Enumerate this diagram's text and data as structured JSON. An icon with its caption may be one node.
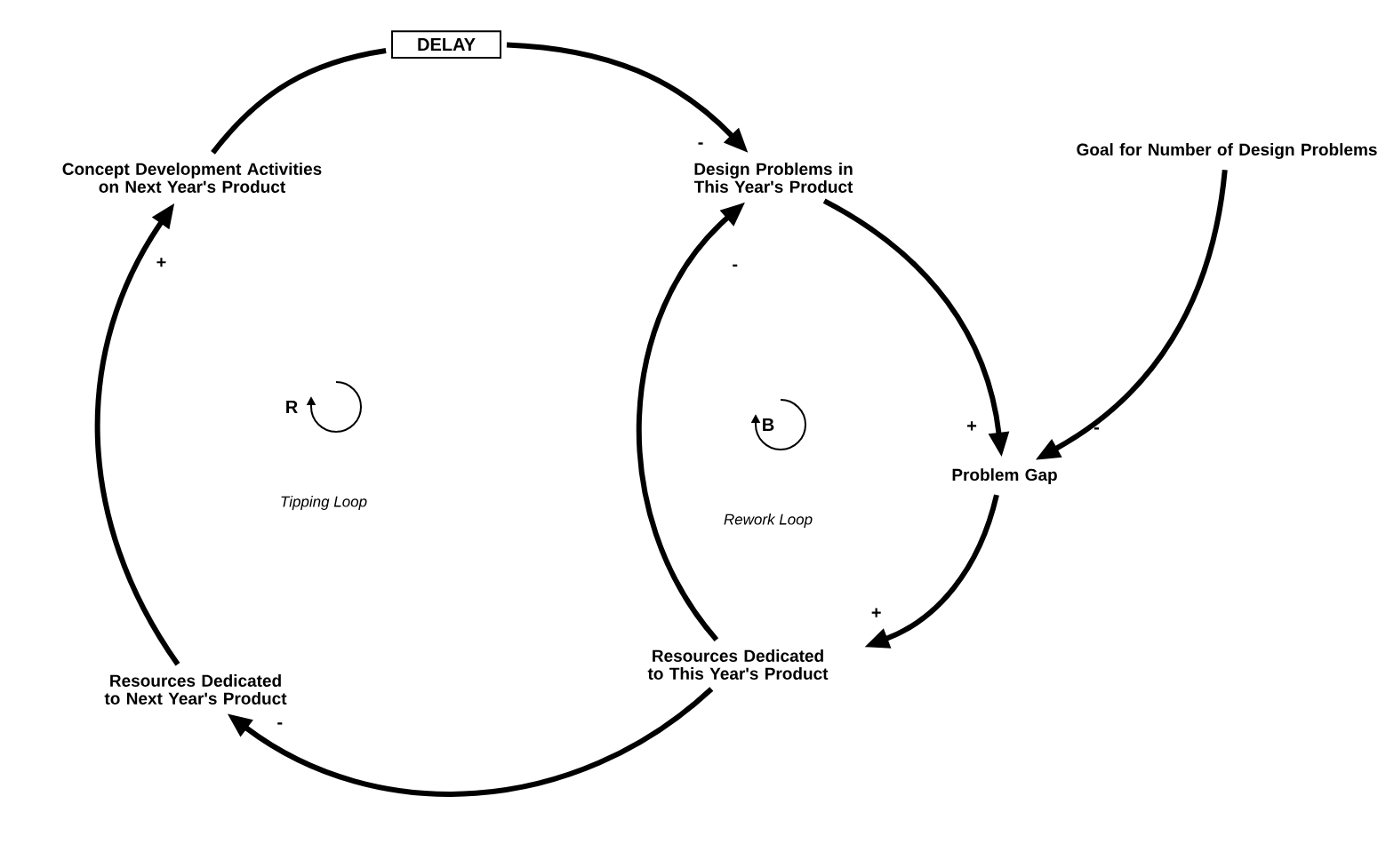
{
  "diagram": {
    "nodes": [
      {
        "text": [
          "Concept Development Activities on Next Year's Product"
        ]
      },
      {
        "text": [
          "DELAY"
        ]
      },
      {
        "text": [
          "Design Problems in This Year's Product"
        ]
      },
      {
        "text": [
          "Goal for Number of Design Problems"
        ]
      },
      {
        "text": [
          "Problem Gap"
        ]
      },
      {
        "text": [
          "Resources Dedicated to This Year's Product"
        ]
      },
      {
        "text": [
          "Resources Dedicated to Next Year's Product"
        ]
      }
    ],
    "edges": [
      {
        "from": 0,
        "to": 1,
        "arrow": "none"
      },
      {
        "from": 1,
        "to": 2,
        "arrow": "to",
        "label": "-"
      },
      {
        "from": 2,
        "to": 4,
        "arrow": "to",
        "label": "+"
      },
      {
        "from": 3,
        "to": 4,
        "arrow": "to",
        "label": "-"
      },
      {
        "from": 4,
        "to": 5,
        "arrow": "to",
        "label": "+"
      },
      {
        "from": 5,
        "to": 2,
        "arrow": "to",
        "label": "-"
      },
      {
        "from": 5,
        "to": 6,
        "arrow": "to",
        "label": "-"
      },
      {
        "from": 6,
        "to": 0,
        "arrow": "to",
        "label": "+"
      }
    ],
    "labels": [
      "R",
      "Tipping Loop",
      "B",
      "Rework Loop"
    ]
  }
}
